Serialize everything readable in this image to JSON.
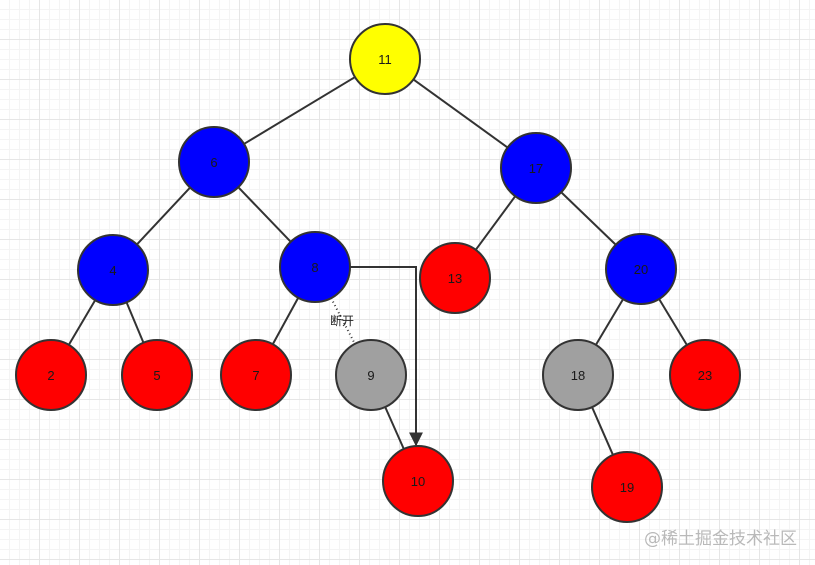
{
  "colors": {
    "root": "#ffff00",
    "blue": "#0000ff",
    "red": "#ff0000",
    "gray": "#a0a0a0",
    "stroke": "#333333"
  },
  "nodes": [
    {
      "id": "n11",
      "label": "11",
      "color": "root"
    },
    {
      "id": "n6",
      "label": "6",
      "color": "blue"
    },
    {
      "id": "n17",
      "label": "17",
      "color": "blue"
    },
    {
      "id": "n4",
      "label": "4",
      "color": "blue"
    },
    {
      "id": "n8",
      "label": "8",
      "color": "blue"
    },
    {
      "id": "n13",
      "label": "13",
      "color": "red"
    },
    {
      "id": "n20",
      "label": "20",
      "color": "blue"
    },
    {
      "id": "n2",
      "label": "2",
      "color": "red"
    },
    {
      "id": "n5",
      "label": "5",
      "color": "red"
    },
    {
      "id": "n7",
      "label": "7",
      "color": "red"
    },
    {
      "id": "n9",
      "label": "9",
      "color": "gray"
    },
    {
      "id": "n18",
      "label": "18",
      "color": "gray"
    },
    {
      "id": "n23",
      "label": "23",
      "color": "red"
    },
    {
      "id": "n10",
      "label": "10",
      "color": "red"
    },
    {
      "id": "n19",
      "label": "19",
      "color": "red"
    }
  ],
  "edges": [
    {
      "from": "n11",
      "to": "n6",
      "style": "solid"
    },
    {
      "from": "n11",
      "to": "n17",
      "style": "solid"
    },
    {
      "from": "n6",
      "to": "n4",
      "style": "solid"
    },
    {
      "from": "n6",
      "to": "n8",
      "style": "solid"
    },
    {
      "from": "n17",
      "to": "n13",
      "style": "solid"
    },
    {
      "from": "n17",
      "to": "n20",
      "style": "solid"
    },
    {
      "from": "n4",
      "to": "n2",
      "style": "solid"
    },
    {
      "from": "n4",
      "to": "n5",
      "style": "solid"
    },
    {
      "from": "n8",
      "to": "n7",
      "style": "solid"
    },
    {
      "from": "n8",
      "to": "n9",
      "style": "dotted",
      "note": "断开"
    },
    {
      "from": "n9",
      "to": "n10",
      "style": "solid"
    },
    {
      "from": "n8",
      "to": "n10",
      "style": "elbow-arrow"
    },
    {
      "from": "n20",
      "to": "n18",
      "style": "solid"
    },
    {
      "from": "n20",
      "to": "n23",
      "style": "solid"
    },
    {
      "from": "n18",
      "to": "n19",
      "style": "solid"
    }
  ],
  "watermark": "@稀土掘金技术社区"
}
